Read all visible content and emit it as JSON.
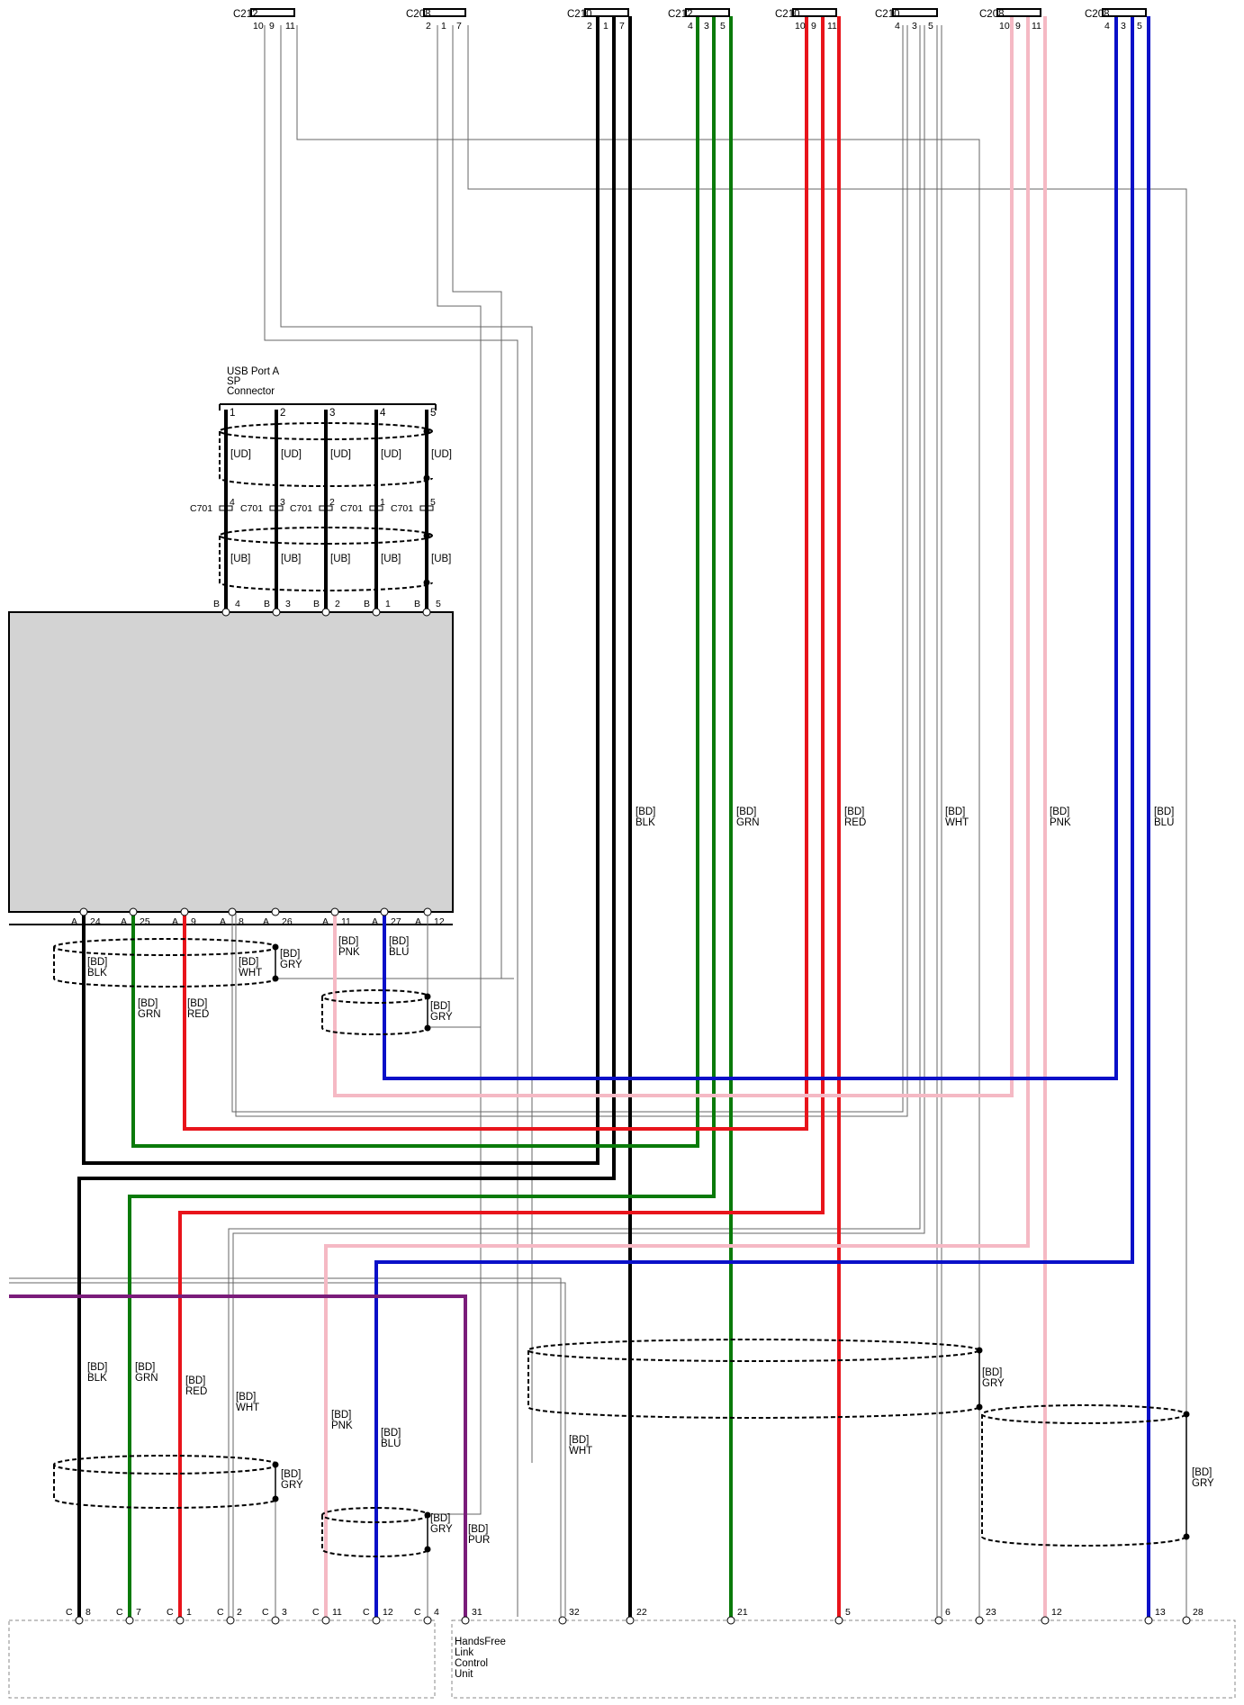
{
  "colors": {
    "BLK": "#000000",
    "GRN": "#0a7a0a",
    "RED": "#e8141b",
    "PNK": "#f5b9c4",
    "BLU": "#0a10c8",
    "GRY": "#555555",
    "WHT": "#777777",
    "PUR": "#7a1c7a",
    "module_fill": "#d3d3d3"
  },
  "top_connectors": [
    {
      "name": "C212",
      "pins": [
        "10",
        "9",
        "11"
      ]
    },
    {
      "name": "C208",
      "pins": [
        "2",
        "1",
        "7"
      ]
    },
    {
      "name": "C210",
      "pins": [
        "2",
        "1",
        "7"
      ]
    },
    {
      "name": "C212",
      "pins": [
        "4",
        "3",
        "5"
      ]
    },
    {
      "name": "C210",
      "pins": [
        "10",
        "9",
        "11"
      ]
    },
    {
      "name": "C210",
      "pins": [
        "4",
        "3",
        "5"
      ]
    },
    {
      "name": "C208",
      "pins": [
        "10",
        "9",
        "11"
      ]
    },
    {
      "name": "C208",
      "pins": [
        "4",
        "3",
        "5"
      ]
    }
  ],
  "usb_connector": {
    "title": [
      "USB Port A",
      "SP",
      "Connector"
    ],
    "pins": [
      "1",
      "2",
      "3",
      "4",
      "5"
    ],
    "shield_label_upper": "[UD]",
    "c701_pins": [
      "4",
      "3",
      "2",
      "1",
      "5"
    ],
    "c701_name": "C701",
    "shield_label_lower": "[UB]"
  },
  "module_b_pins": [
    {
      "letter": "B",
      "pin": "4"
    },
    {
      "letter": "B",
      "pin": "3"
    },
    {
      "letter": "B",
      "pin": "2"
    },
    {
      "letter": "B",
      "pin": "1"
    },
    {
      "letter": "B",
      "pin": "5"
    }
  ],
  "module_a_pins": [
    {
      "letter": "A",
      "pin": "24"
    },
    {
      "letter": "A",
      "pin": "25"
    },
    {
      "letter": "A",
      "pin": "9"
    },
    {
      "letter": "A",
      "pin": "8"
    },
    {
      "letter": "A",
      "pin": "26"
    },
    {
      "letter": "A",
      "pin": "11"
    },
    {
      "letter": "A",
      "pin": "27"
    },
    {
      "letter": "A",
      "pin": "12"
    }
  ],
  "bundle_labels": [
    {
      "code": "[BD]",
      "color": "BLK"
    },
    {
      "code": "[BD]",
      "color": "GRN"
    },
    {
      "code": "[BD]",
      "color": "RED"
    },
    {
      "code": "[BD]",
      "color": "WHT"
    },
    {
      "code": "[BD]",
      "color": "PNK"
    },
    {
      "code": "[BD]",
      "color": "BLU"
    }
  ],
  "a_side_labels": [
    {
      "code": "[BD]",
      "color": "BLK"
    },
    {
      "code": "[BD]",
      "color": "WHT"
    },
    {
      "code": "[BD]",
      "color": "GRY"
    },
    {
      "code": "[BD]",
      "color": "PNK"
    },
    {
      "code": "[BD]",
      "color": "BLU"
    },
    {
      "code": "[BD]",
      "color": "GRN"
    },
    {
      "code": "[BD]",
      "color": "RED"
    },
    {
      "code": "[BD]",
      "color": "GRY"
    }
  ],
  "lower_labels": [
    {
      "code": "[BD]",
      "color": "BLK"
    },
    {
      "code": "[BD]",
      "color": "GRN"
    },
    {
      "code": "[BD]",
      "color": "RED"
    },
    {
      "code": "[BD]",
      "color": "WHT"
    },
    {
      "code": "[BD]",
      "color": "PNK"
    },
    {
      "code": "[BD]",
      "color": "BLU"
    },
    {
      "code": "[BD]",
      "color": "WHT"
    },
    {
      "code": "[BD]",
      "color": "GRY"
    },
    {
      "code": "[BD]",
      "color": "GRY"
    },
    {
      "code": "[BD]",
      "color": "PUR"
    },
    {
      "code": "[BD]",
      "color": "GRY"
    },
    {
      "code": "[BD]",
      "color": "GRY"
    }
  ],
  "bottom_pins_c": [
    {
      "letter": "C",
      "pin": "8"
    },
    {
      "letter": "C",
      "pin": "7"
    },
    {
      "letter": "C",
      "pin": "1"
    },
    {
      "letter": "C",
      "pin": "2"
    },
    {
      "letter": "C",
      "pin": "3"
    },
    {
      "letter": "C",
      "pin": "11"
    },
    {
      "letter": "C",
      "pin": "12"
    },
    {
      "letter": "C",
      "pin": "4"
    }
  ],
  "bottom_pins_unit": [
    "31",
    "32",
    "22",
    "21",
    "5",
    "6",
    "23",
    "12",
    "13",
    "28"
  ],
  "handsfree_unit": [
    "HandsFree",
    "Link",
    "Control",
    "Unit"
  ]
}
